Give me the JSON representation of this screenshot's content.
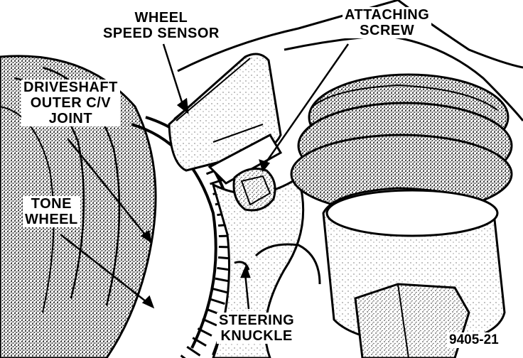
{
  "labels": {
    "wheel_speed_sensor": [
      "WHEEL",
      "SPEED SENSOR"
    ],
    "attaching_screw": [
      "ATTACHING",
      "SCREW"
    ],
    "driveshaft_joint": [
      "DRIVESHAFT",
      "OUTER C/V",
      "JOINT"
    ],
    "tone_wheel": [
      "TONE",
      "WHEEL"
    ],
    "steering_knuckle": [
      "STEERING",
      "KNUCKLE"
    ]
  },
  "figure_number": "9405-21",
  "colors": {
    "ink": "#000000",
    "paper": "#ffffff",
    "stipple": "#7a7a7a"
  }
}
